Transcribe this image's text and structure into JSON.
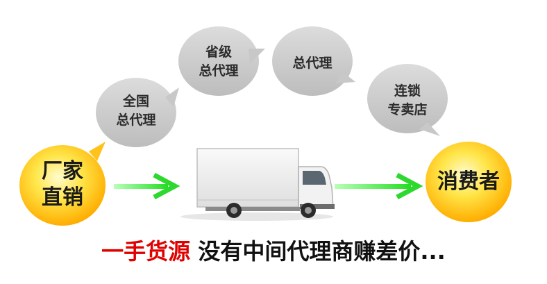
{
  "bubbles": [
    {
      "lines": [
        "全国",
        "总代理"
      ]
    },
    {
      "lines": [
        "省级",
        "总代理"
      ]
    },
    {
      "lines": [
        "总代理"
      ]
    },
    {
      "lines": [
        "连锁",
        "专卖店"
      ]
    }
  ],
  "source_node": {
    "lines": [
      "厂家",
      "直销"
    ]
  },
  "target_node": {
    "lines": [
      "消费者"
    ]
  },
  "caption": {
    "highlight": "一手货源",
    "rest": " 没有中间代理商赚差价..."
  },
  "colors": {
    "bubble_fill": "#cfcfcf",
    "node_center": "#fff7a8",
    "node_edge": "#ffb300",
    "arrow": "#44e044",
    "caption_highlight": "#e00000"
  }
}
